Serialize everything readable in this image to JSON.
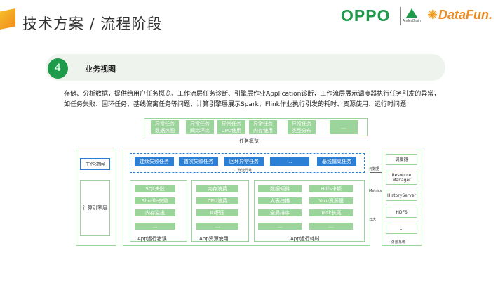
{
  "header": {
    "title": "技术方案 / 流程阶段",
    "logos": {
      "oppo": "OPPO",
      "andes": "AndesBrain",
      "datafun": "DataFun."
    }
  },
  "section": {
    "number": "4",
    "title": "业务视图",
    "desc_lines": [
      "存储、分析数据，提供给用户任务概览、工作流层任务诊断、引擎层作业Application诊断，工作流层展示调度器执行任务引发的异常，",
      "如任务失败、回环任务、基线偏离任务等问题，计算引擎层展示Spark、Flink作业执行引发的耗时、资源使用、运行时问题"
    ]
  },
  "diagram": {
    "overview_items": [
      [
        "异常任务",
        "数据热图"
      ],
      [
        "异常任务",
        "同比环比"
      ],
      [
        "异常任务",
        "CPU使用"
      ],
      [
        "异常任务",
        "内存使用"
      ],
      [
        "异常任务",
        "类型分布"
      ],
      [
        "..."
      ]
    ],
    "overview_label": "任务概览",
    "left_layers": {
      "workflow": "工作流层",
      "compute": "计算引擎层"
    },
    "workflow_items": [
      "连续失败任务",
      "首次失败任务",
      "回环异常任务",
      "...",
      "基线偏离任务"
    ],
    "workflow_label": "工作流异常",
    "error_items": [
      "SQL失败",
      "Shuffle失败",
      "内存溢出",
      "..."
    ],
    "error_label": "App运行错误",
    "resource_items": [
      "内存浪费",
      "CPU浪费",
      "IO积压",
      "..."
    ],
    "resource_label": "App资源使用",
    "time_items": [
      [
        "数据倾斜",
        "Hdfs卡顿"
      ],
      [
        "大表扫描",
        "Yarn资源慢"
      ],
      [
        "全局排序",
        "Task长尾"
      ],
      [
        "...",
        "..."
      ]
    ],
    "time_label": "App运行耗时",
    "external_items": [
      "调度器",
      "Resource Manager",
      "HistoryServer",
      "HDFS",
      "..."
    ],
    "external_label": "外部系统",
    "arrow_labels": [
      "元数据",
      "Metrics",
      "日志"
    ]
  }
}
